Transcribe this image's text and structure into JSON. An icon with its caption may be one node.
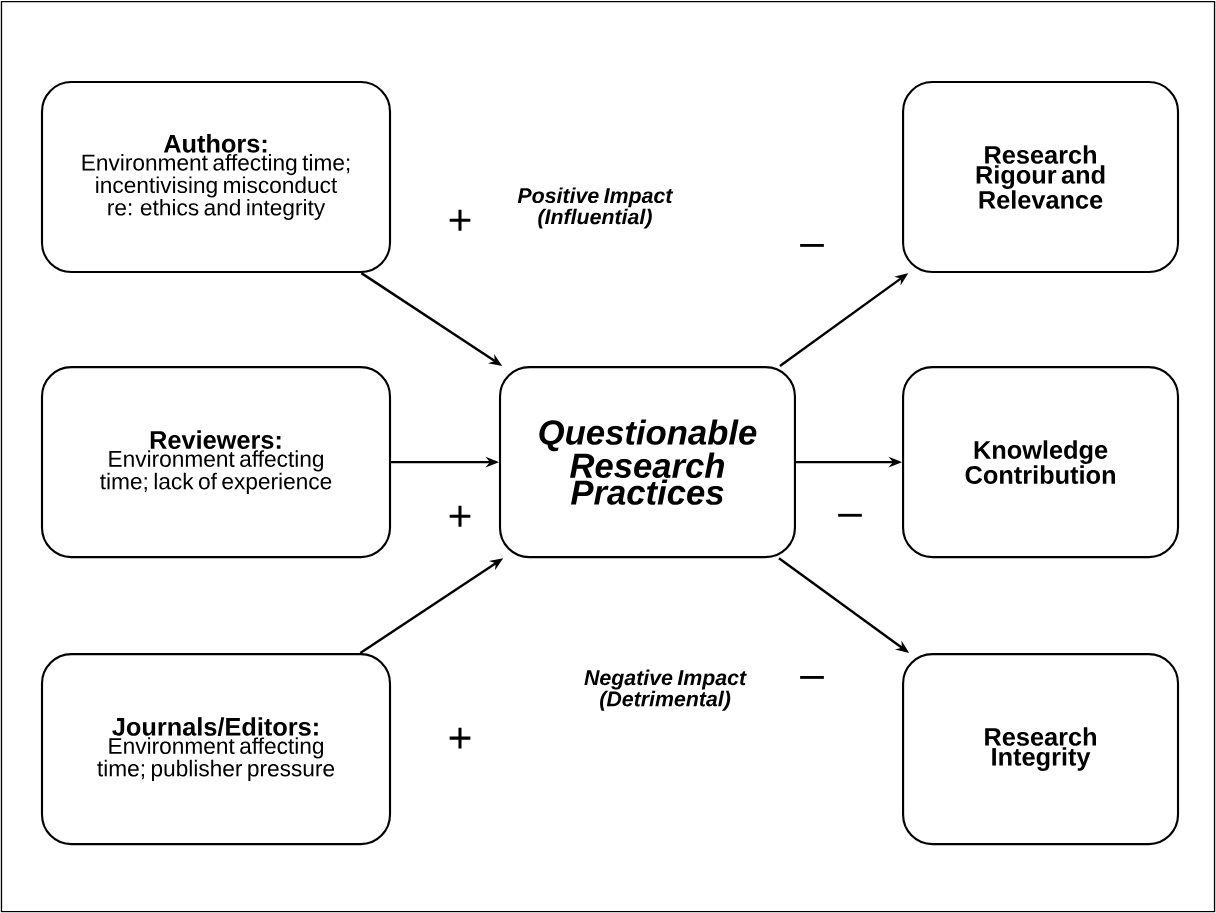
{
  "diagram": {
    "nodes": [
      {
        "text": [
          "Authors:",
          "Environment affecting time; incentivising misconduct re: ethics and integrity"
        ]
      },
      {
        "text": [
          "Reviewers:",
          "Environment affecting time; lack of experience"
        ]
      },
      {
        "text": [
          "Journals/Editors:",
          "Environment affecting time; publisher pressure"
        ]
      },
      {
        "text": [
          "Questionable Research Practices"
        ]
      },
      {
        "text": [
          "Research Rigour and Relevance"
        ]
      },
      {
        "text": [
          "Knowledge Contribution"
        ]
      },
      {
        "text": [
          "Research Integrity"
        ]
      }
    ],
    "edges": [
      {
        "from": 0,
        "to": 3,
        "arrow": "to"
      },
      {
        "from": 1,
        "to": 3,
        "arrow": "to"
      },
      {
        "from": 2,
        "to": 3,
        "arrow": "to"
      },
      {
        "from": 3,
        "to": 4,
        "arrow": "to"
      },
      {
        "from": 3,
        "to": 5,
        "arrow": "to"
      },
      {
        "from": 3,
        "to": 6,
        "arrow": "to"
      }
    ],
    "labels": [
      "+",
      "Positive Impact (Influential)",
      "–",
      "+",
      "–",
      "Negative Impact (Detrimental)",
      "–",
      "+"
    ]
  }
}
